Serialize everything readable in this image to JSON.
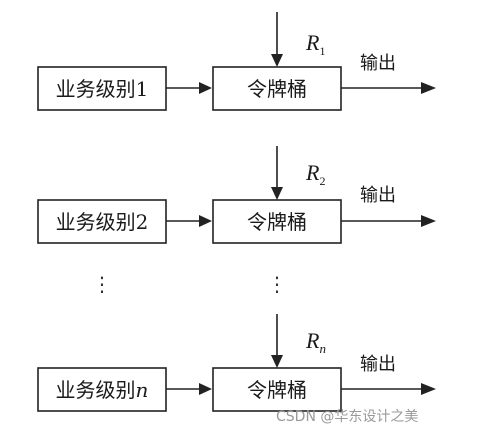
{
  "colors": {
    "stroke": "#222222",
    "text": "#1a1a1a",
    "watermark": "#9a9a9a",
    "background": "#ffffff"
  },
  "rows": [
    {
      "source": {
        "prefix": "业务级别",
        "index": "1",
        "index_italic": false
      },
      "bucket": "令牌桶",
      "rate": {
        "symbol": "R",
        "subscript": "1",
        "subscript_italic": false
      },
      "output": "输出"
    },
    {
      "source": {
        "prefix": "业务级别",
        "index": "2",
        "index_italic": false
      },
      "bucket": "令牌桶",
      "rate": {
        "symbol": "R",
        "subscript": "2",
        "subscript_italic": false
      },
      "output": "输出"
    },
    {
      "source": {
        "prefix": "业务级别",
        "index": "n",
        "index_italic": true
      },
      "bucket": "令牌桶",
      "rate": {
        "symbol": "R",
        "subscript": "n",
        "subscript_italic": true
      },
      "output": "输出"
    }
  ],
  "ellipsis": "⋮",
  "watermark": "CSDN @华东设计之美"
}
